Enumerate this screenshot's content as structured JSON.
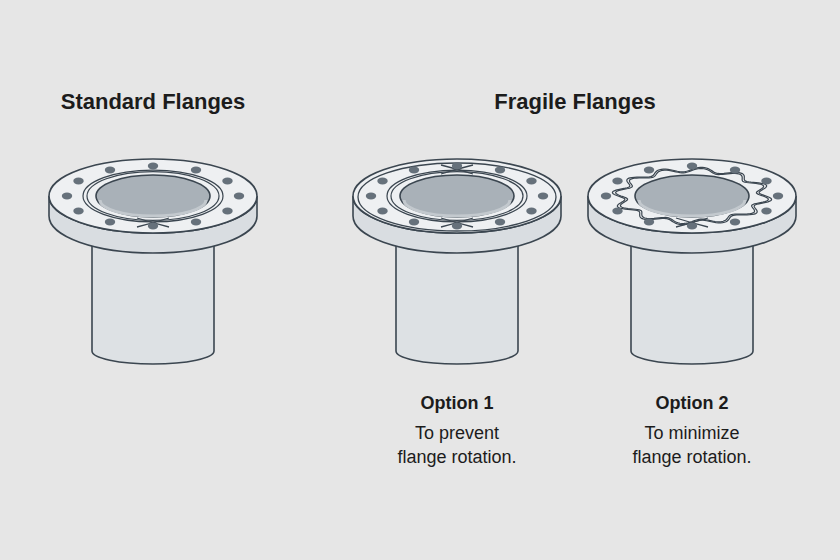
{
  "diagram": {
    "labels": [
      "Standard Flanges",
      "Fragile Flanges",
      "Option 1",
      "To prevent flange rotation.",
      "Option 2",
      "To minimize flange rotation."
    ]
  }
}
